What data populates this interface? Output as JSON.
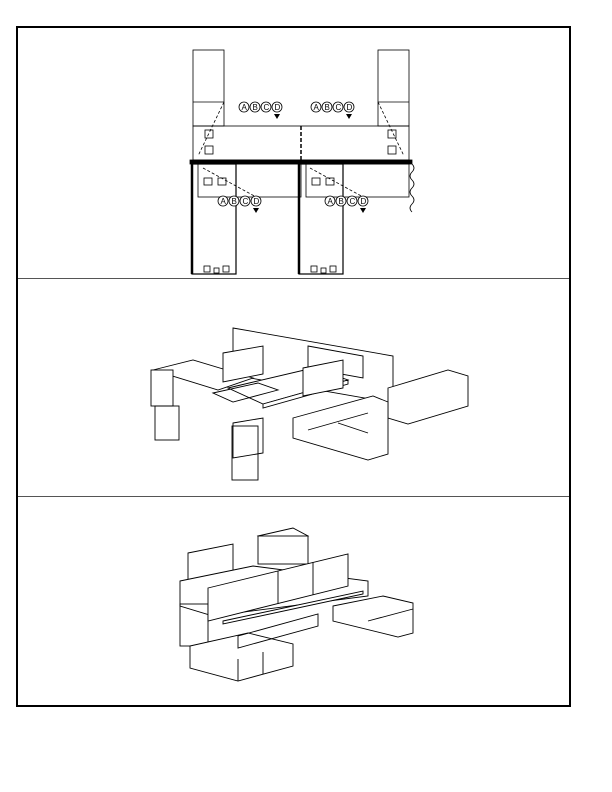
{
  "sheet": {
    "panels": [
      {
        "name": "plan-view"
      },
      {
        "name": "isometric-view-front"
      },
      {
        "name": "isometric-view-rear"
      }
    ]
  },
  "plan": {
    "callout_letters": [
      "A",
      "B",
      "C",
      "D"
    ]
  }
}
